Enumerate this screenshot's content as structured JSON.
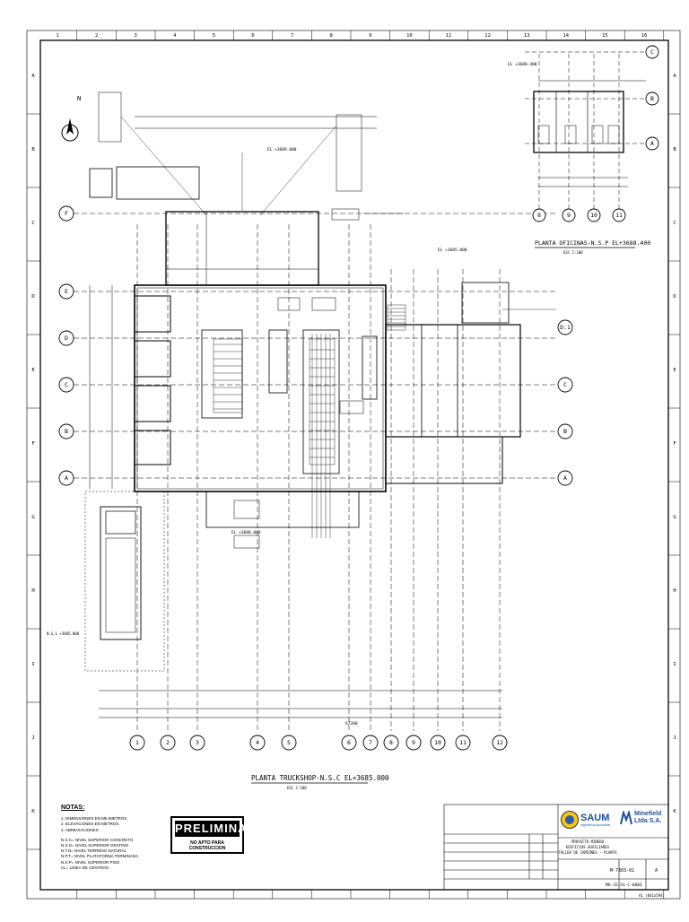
{
  "drawing": {
    "column_labels_top": [
      "1",
      "2",
      "3",
      "4",
      "5",
      "6",
      "7",
      "8",
      "9",
      "10",
      "11",
      "12",
      "13",
      "14",
      "15",
      "16"
    ],
    "row_labels_side": [
      "A",
      "B",
      "C",
      "D",
      "E",
      "F",
      "G",
      "H",
      "I",
      "J",
      "K"
    ],
    "grid_axes_bottom": [
      "1",
      "2",
      "3",
      "4",
      "5",
      "6",
      "7",
      "8",
      "9",
      "10",
      "11",
      "12"
    ],
    "grid_axes_left": [
      "F",
      "E",
      "D",
      "C",
      "B",
      "A"
    ],
    "grid_axes_right": [
      "D.1",
      "C",
      "B",
      "A"
    ],
    "office_axes_bottom": [
      "8",
      "9",
      "10",
      "11"
    ],
    "office_axes_right": [
      "C",
      "B",
      "A"
    ]
  },
  "labels": {
    "main_title": "PLANTA TRUCKSHOP-N.S.C EL+3685.000",
    "main_scale": "ESC 1:100",
    "office_title": "PLANTA OFICINAS-N.S.P EL+3688.400",
    "office_scale": "ESC 1:100",
    "office_level": "EL +3688.400",
    "level_2": "EL +3689.000",
    "level_3": "EL +3688.000",
    "level_4": "EL +3685.000",
    "ngl_level": "N.G.L +3685.000",
    "dim_total_bottom": "67200"
  },
  "preliminar": {
    "title": "PRELIMINAR",
    "subtitle": "NO APTO PARA CONSTRUCCION"
  },
  "notes": {
    "heading": "NOTAS:",
    "lines": [
      "1. DIMENSIONES EN MILIMETROS.",
      "2. ELEVACIONES EN METROS.",
      "3. ABREVIACIONES:",
      "",
      "N.S.C= NIVEL SUPERIOR CONCRETO",
      "N.S.G= NIVEL SUPERIOR GRATING",
      "N.T.N= NIVEL TERRENO NATURAL",
      "N.P.T= NIVEL PLATAFORMA TERMINADA",
      "N.S.P= NIVEL SUPERIOR PISO",
      "CL= LINEA DE CENTROS"
    ]
  },
  "title_block": {
    "company_1": "SAUM",
    "company_1_sub": "Ingenieros Asociados",
    "company_2_line1": "Minefield",
    "company_2_line2": "Ltda S.A.",
    "project": "PROYECTO MINERO",
    "subject_1": "EDIFICIOS AUXILIARES",
    "subject_2": "TALLER DE CAMIONES - PLANTA",
    "drawing_number": "M-7303-01",
    "sheet_code": "MH-32-A1-C-6003",
    "revision": "A",
    "footer_note": "A1 (841x594)"
  }
}
